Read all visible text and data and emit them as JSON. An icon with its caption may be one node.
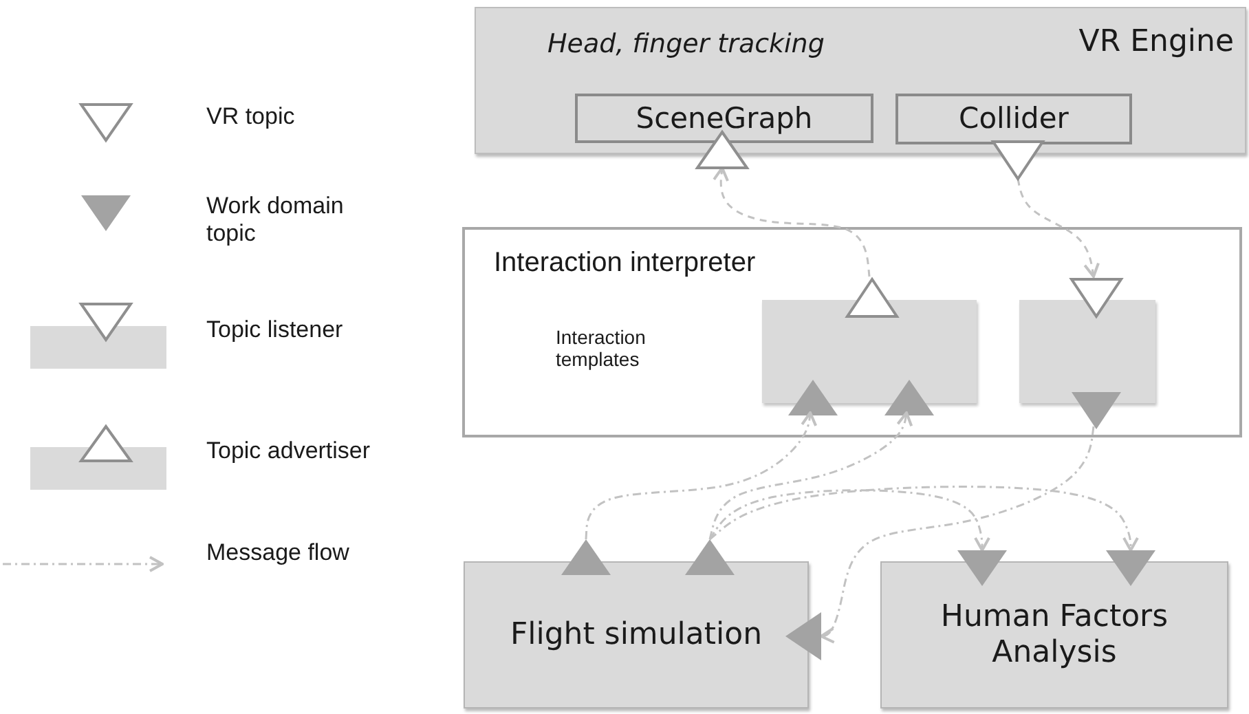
{
  "diagram": {
    "nodes": [
      {
        "text": [
          "Head, finger tracking",
          "VR Engine"
        ]
      },
      {
        "text": [
          "SceneGraph"
        ],
        "in": 0
      },
      {
        "text": [
          "Collider"
        ],
        "in": 0
      },
      {
        "text": [],
        "shape": "triangle"
      },
      {
        "text": [],
        "shape": "triangle"
      },
      {
        "text": [
          "Interaction interpreter",
          "Interaction templates"
        ]
      },
      {
        "text": [],
        "shape": "box",
        "in": 5
      },
      {
        "text": [],
        "shape": "box",
        "in": 5
      },
      {
        "text": [],
        "shape": "triangle",
        "in": 5
      },
      {
        "text": [],
        "shape": "triangle",
        "in": 5
      },
      {
        "text": [],
        "shape": "triangle",
        "in": 5
      },
      {
        "text": [],
        "shape": "triangle",
        "in": 5
      },
      {
        "text": [],
        "shape": "triangle",
        "in": 5
      },
      {
        "text": [
          "Flight simulation"
        ]
      },
      {
        "text": [],
        "shape": "triangle"
      },
      {
        "text": [],
        "shape": "triangle"
      },
      {
        "text": [],
        "shape": "triangle"
      },
      {
        "text": [
          "Human Factors Analysis"
        ]
      },
      {
        "text": [],
        "shape": "triangle"
      },
      {
        "text": [],
        "shape": "triangle"
      }
    ],
    "edges": [
      {
        "from": 8,
        "to": 3,
        "arrow": "to",
        "style": "dashed"
      },
      {
        "from": 4,
        "to": 9,
        "arrow": "to",
        "style": "dashed"
      },
      {
        "from": 14,
        "to": 10,
        "arrow": "to"
      },
      {
        "from": 15,
        "to": 11,
        "arrow": "to"
      },
      {
        "from": 15,
        "to": 18,
        "arrow": "to"
      },
      {
        "from": 15,
        "to": 19,
        "arrow": "to"
      },
      {
        "from": 12,
        "to": 16,
        "arrow": "to"
      }
    ],
    "legend": [
      {
        "text": "VR topic"
      },
      {
        "text": "Work domain topic"
      },
      {
        "text": "Topic listener"
      },
      {
        "text": "Topic advertiser"
      },
      {
        "text": "Message flow"
      }
    ]
  }
}
